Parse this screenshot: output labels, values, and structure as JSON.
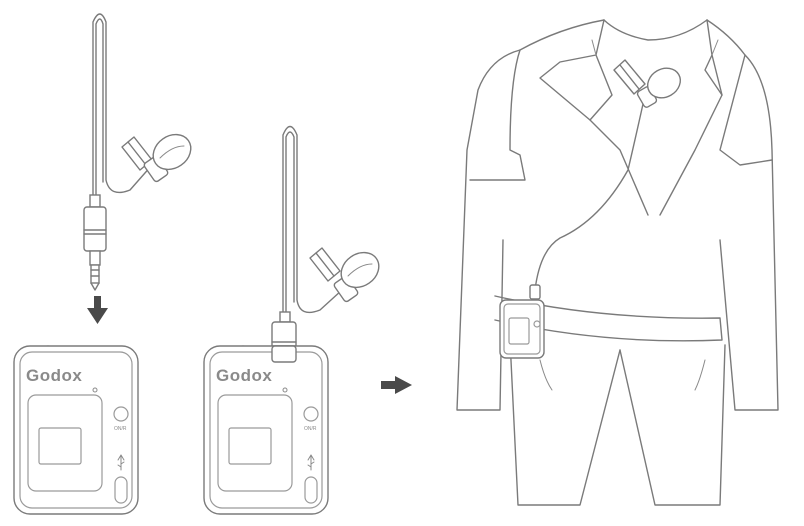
{
  "device_left": {
    "brand": "Godox",
    "power_label": "ON/R"
  },
  "device_right": {
    "brand": "Godox",
    "power_label": "ON/R"
  },
  "icons": {
    "usb": "usb-icon",
    "arrow_down": "down-arrow-icon",
    "arrow_right": "right-arrow-icon"
  },
  "colors": {
    "line": "#7a7a7a",
    "arrow": "#4a4a4a",
    "background": "#ffffff"
  }
}
